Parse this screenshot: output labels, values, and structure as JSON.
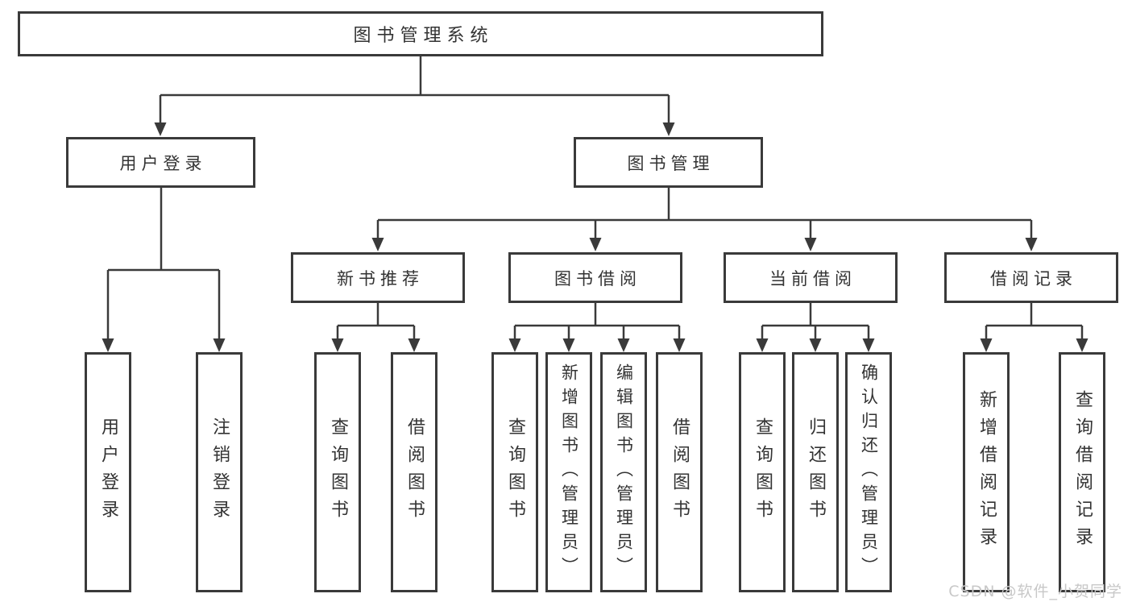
{
  "diagram_type": "tree",
  "tree": {
    "root": "图书管理系统",
    "children": [
      {
        "label": "用户登录",
        "children": [
          "用户登录",
          "注销登录"
        ]
      },
      {
        "label": "图书管理",
        "children": [
          {
            "label": "新书推荐",
            "children": [
              "查询图书",
              "借阅图书"
            ]
          },
          {
            "label": "图书借阅",
            "children": [
              "查询图书",
              "新增图书（管理员）",
              "编辑图书（管理员）",
              "借阅图书"
            ]
          },
          {
            "label": "当前借阅",
            "children": [
              "查询图书",
              "归还图书",
              "确认归还（管理员）"
            ]
          },
          {
            "label": "借阅记录",
            "children": [
              "新增借阅记录",
              "查询借阅记录"
            ]
          }
        ]
      }
    ]
  },
  "watermark": {
    "text": "CSDN @软件_小贺同学"
  },
  "colors": {
    "line": "#3a3a3a",
    "text": "#333333",
    "watermark": "#c8c8c8",
    "background": "#ffffff"
  }
}
